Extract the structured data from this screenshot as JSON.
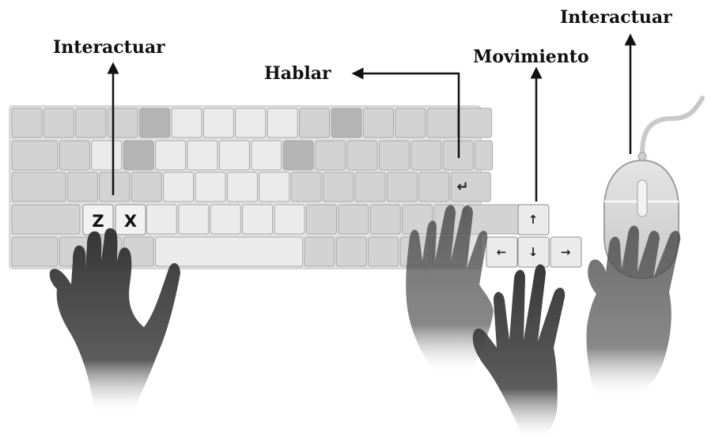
{
  "labels": {
    "interact_left": "Interactuar",
    "talk": "Hablar",
    "movement": "Movimiento",
    "interact_mouse": "Interactuar"
  },
  "keys": {
    "z": "Z",
    "x": "X",
    "enter": "↵",
    "up": "↑",
    "down": "↓",
    "left": "←",
    "right": "→"
  },
  "colors": {
    "key_light": "#ebebeb",
    "key_mid": "#d3d3d3",
    "key_dark": "#b4b4b4",
    "hand": "#3a3a3a"
  }
}
